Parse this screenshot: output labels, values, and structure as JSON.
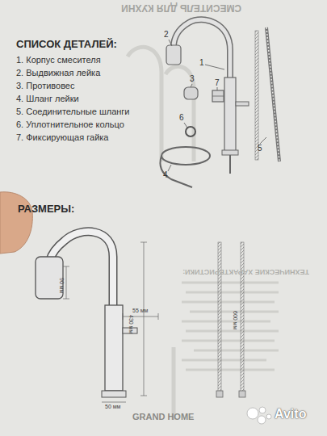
{
  "diagram": {
    "labels": [
      "СМЕСИТЕЛЬ ДЛЯ КУХНИ",
      "СПИСОК ДЕТАЛЕЙ:",
      "1. Корпус смесителя",
      "2. Выдвижная лейка",
      "3. Противовес",
      "4. Шланг лейки",
      "5. Соединительные шланги",
      "6. Уплотнительное кольцо",
      "7. Фиксирующая гайка",
      "2",
      "1",
      "3",
      "7",
      "6",
      "5",
      "4",
      "РАЗМЕРЫ:",
      "90 мм",
      "430 мм",
      "55 мм",
      "50 мм",
      "600 мм",
      "ТЕХНИЧЕСКИЕ ХАРАКТЕРИСТИКИ:",
      "GRAND HOME",
      "Avito"
    ]
  }
}
